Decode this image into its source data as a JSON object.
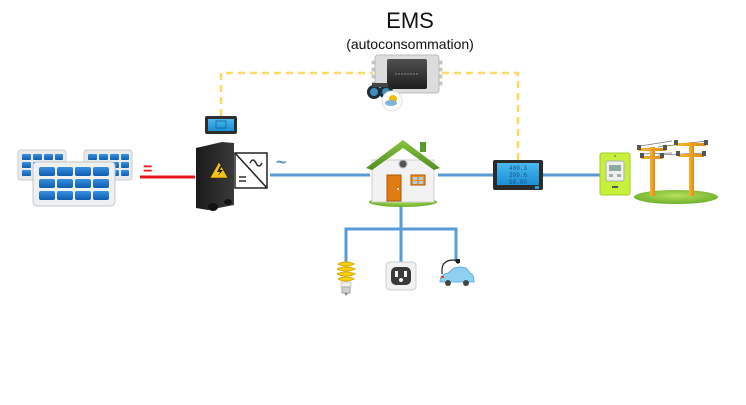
{
  "title": "EMS",
  "subtitle": "(autoconsommation)",
  "symbols": {
    "dc": "=",
    "ac": "~"
  },
  "components": [
    {
      "id": "solar-panels",
      "label": "solar-panels"
    },
    {
      "id": "inverter",
      "label": "inverter"
    },
    {
      "id": "inverter-display",
      "label": "inverter-display"
    },
    {
      "id": "ems-controller",
      "label": "ems-controller"
    },
    {
      "id": "house",
      "label": "house"
    },
    {
      "id": "power-meter",
      "label": "power-meter"
    },
    {
      "id": "linky-meter",
      "label": "linky-meter"
    },
    {
      "id": "power-grid",
      "label": "power-grid"
    },
    {
      "id": "light-bulb",
      "label": "light-bulb"
    },
    {
      "id": "wall-outlet",
      "label": "wall-outlet"
    },
    {
      "id": "electric-car",
      "label": "electric-car"
    }
  ],
  "meter_readings": [
    "400.3",
    "399.6",
    "50.00"
  ],
  "colors": {
    "dc_line": "#e8141c",
    "ac_line": "#5b9bd5",
    "data_line": "#ffd966",
    "inverter": "#2b2b2b",
    "roof": "#6aa832",
    "screen": "#2a9fe0",
    "pole": "#f0a020",
    "meter_body": "#c6f03c"
  }
}
